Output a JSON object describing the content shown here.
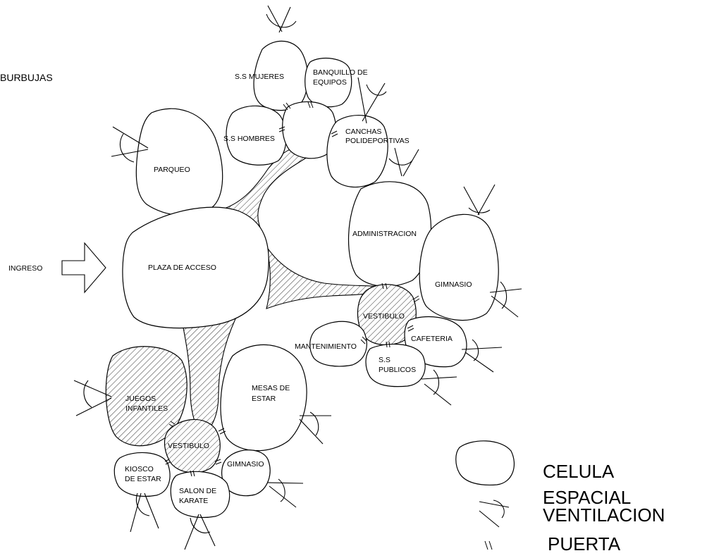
{
  "title": "BURBUJAS",
  "entrance": "INGRESO",
  "zones": {
    "parqueo": "PARQUEO",
    "plaza_acceso": "PLAZA DE ACCESO",
    "ss_mujeres": "S.S MUJERES",
    "banquillo_l1": "BANQUILLO DE",
    "banquillo_l2": "EQUIPOS",
    "ss_hombres": "S.S HOMBRES",
    "canchas_l1": "CANCHAS",
    "canchas_l2": "POLIDEPORTIVAS",
    "administracion": "ADMINISTRACION",
    "gimnasio_right": "GIMNASIO",
    "vestibulo_right": "VESTIBULO",
    "mantenimiento": "MANTENIMIENTO",
    "cafeteria": "CAFETERIA",
    "ss_publicos_l1": "S.S",
    "ss_publicos_l2": "PUBLICOS",
    "juegos_l1": "JUEGOS",
    "juegos_l2": "INFANTILES",
    "mesas_l1": "MESAS DE",
    "mesas_l2": "ESTAR",
    "vestibulo_left": "VESTIBULO",
    "kiosco_l1": "KIOSCO",
    "kiosco_l2": "DE ESTAR",
    "gimnasio_bottom": "GIMNASIO",
    "salon_l1": "SALON DE",
    "salon_l2": "KARATE"
  },
  "legend": {
    "celula": "CELULA",
    "espacial": "ESPACIAL",
    "ventilacion": "VENTILACION",
    "puerta": "PUERTA"
  }
}
